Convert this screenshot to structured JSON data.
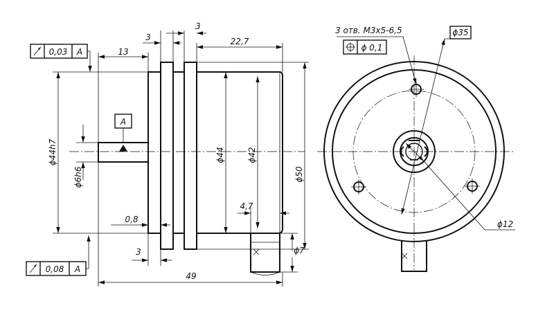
{
  "side_view": {
    "dimensions": {
      "length_13": "13",
      "flange_3_left": "3",
      "flange_3_right": "3",
      "length_22_7": "22,7",
      "dia_44h7": "ϕ44h7",
      "dia_6h6": "ϕ6h6",
      "dia_44": "ϕ44",
      "dia_42": "ϕ42",
      "dia_50": "ϕ50",
      "gap_0_8": "0,8",
      "offset_4_7": "4,7",
      "bottom_3": "3",
      "dia_7": "ϕ7",
      "overall_49": "49"
    },
    "datum_label": "A",
    "tolerance_top": {
      "symbol": "runout-arrow-icon",
      "value": "0,03",
      "datum": "A"
    },
    "tolerance_bottom": {
      "symbol": "runout-arrow-icon",
      "value": "0,08",
      "datum": "A"
    }
  },
  "front_view": {
    "holes_note": "3 отв. М3х5-6,5",
    "position_tolerance": {
      "symbol": "position-icon",
      "value": "ϕ 0,1"
    },
    "dia_35": "ϕ35",
    "dia_12": "ϕ12"
  }
}
